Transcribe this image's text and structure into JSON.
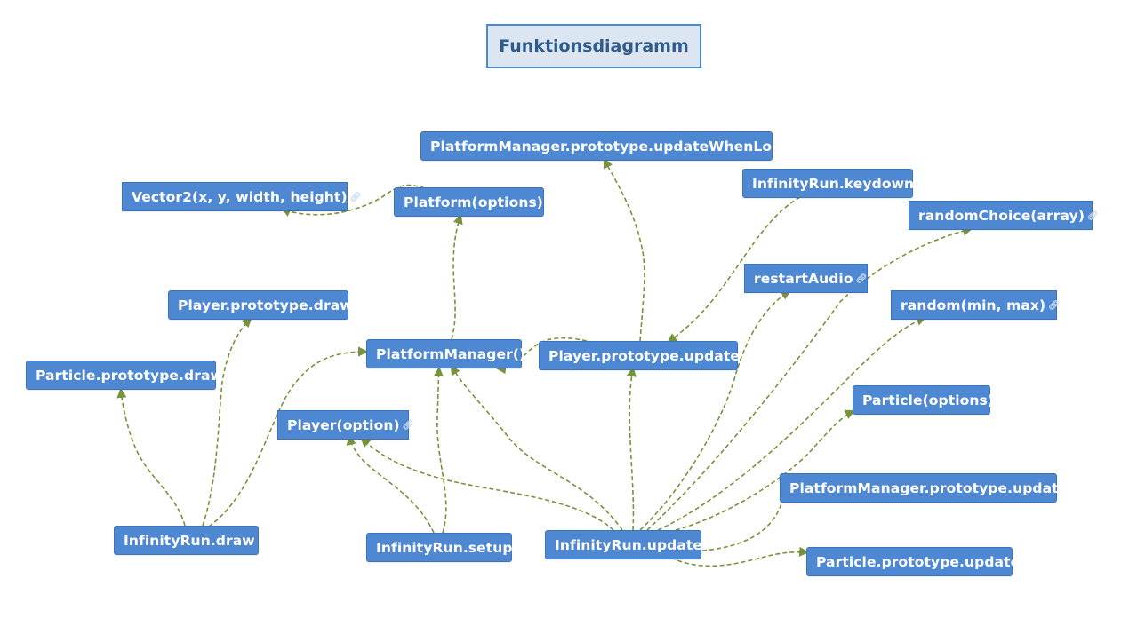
{
  "title": "Funktionsdiagramm",
  "colors": {
    "node_fill": "#4F88D2",
    "node_text": "#FFFFFF",
    "edge": "#77933C",
    "title_fill": "#DCE6F2",
    "title_text": "#2E5A8C"
  },
  "link_icon": "link-icon",
  "nodes": {
    "platform_manager_update_when_lose": {
      "label": "PlatformManager.prototype.updateWhenLose"
    },
    "infinity_run_keydown": {
      "label": "InfinityRun.keydown"
    },
    "vector2": {
      "label": "Vector2(x, y, width, height)",
      "linked": true
    },
    "platform_options": {
      "label": "Platform(options)"
    },
    "random_choice": {
      "label": "randomChoice(array)",
      "linked": true
    },
    "restart_audio": {
      "label": "restartAudio",
      "linked": true
    },
    "player_prototype_draw": {
      "label": "Player.prototype.draw"
    },
    "random_min_max": {
      "label": "random(min, max)",
      "linked": true
    },
    "platform_manager": {
      "label": "PlatformManager()"
    },
    "player_prototype_update": {
      "label": "Player.prototype.update"
    },
    "particle_prototype_draw": {
      "label": "Particle.prototype.draw"
    },
    "particle_options": {
      "label": "Particle(options)"
    },
    "player_option": {
      "label": "Player(option)",
      "linked": true
    },
    "platform_manager_update": {
      "label": "PlatformManager.prototype.update"
    },
    "infinity_run_draw": {
      "label": "InfinityRun.draw"
    },
    "infinity_run_setup": {
      "label": "InfinityRun.setup"
    },
    "infinity_run_update": {
      "label": "InfinityRun.update"
    },
    "particle_prototype_update": {
      "label": "Particle.prototype.update"
    }
  },
  "edges": [
    {
      "from": "platform_options",
      "to": "vector2"
    },
    {
      "from": "platform_manager",
      "to": "platform_options"
    },
    {
      "from": "player_prototype_update",
      "to": "platform_manager"
    },
    {
      "from": "player_prototype_update",
      "to": "platform_manager_update_when_lose"
    },
    {
      "from": "infinity_run_keydown",
      "to": "player_prototype_update"
    },
    {
      "from": "infinity_run_draw",
      "to": "particle_prototype_draw"
    },
    {
      "from": "infinity_run_draw",
      "to": "player_prototype_draw"
    },
    {
      "from": "infinity_run_draw",
      "to": "platform_manager"
    },
    {
      "from": "infinity_run_setup",
      "to": "player_option"
    },
    {
      "from": "infinity_run_setup",
      "to": "platform_manager"
    },
    {
      "from": "infinity_run_update",
      "to": "player_option"
    },
    {
      "from": "infinity_run_update",
      "to": "platform_manager"
    },
    {
      "from": "infinity_run_update",
      "to": "player_prototype_update"
    },
    {
      "from": "infinity_run_update",
      "to": "restart_audio"
    },
    {
      "from": "infinity_run_update",
      "to": "random_choice"
    },
    {
      "from": "infinity_run_update",
      "to": "random_min_max"
    },
    {
      "from": "infinity_run_update",
      "to": "particle_options"
    },
    {
      "from": "infinity_run_update",
      "to": "platform_manager_update"
    },
    {
      "from": "infinity_run_update",
      "to": "particle_prototype_update"
    }
  ]
}
